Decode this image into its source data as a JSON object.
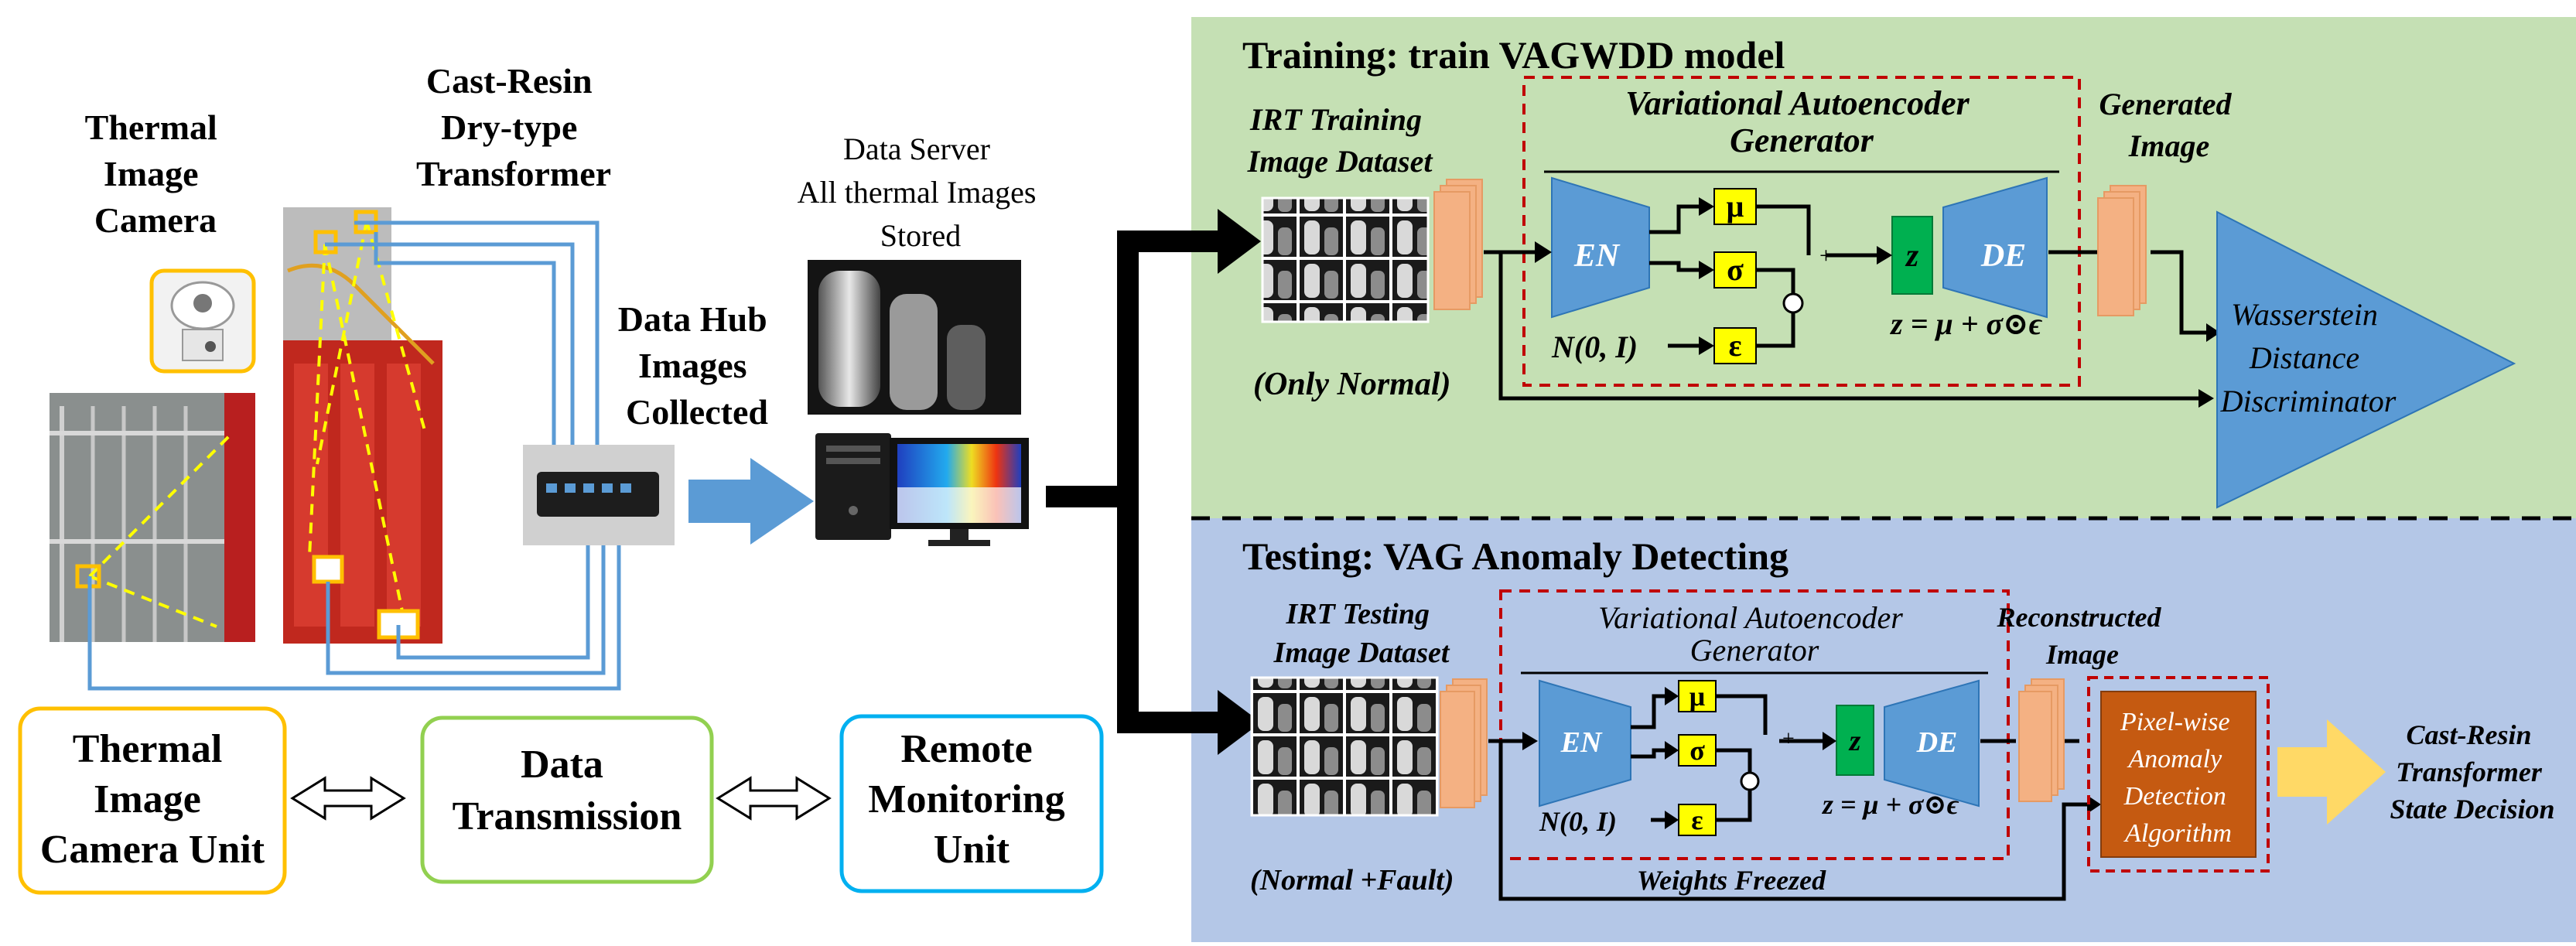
{
  "colors": {
    "training_bg": "#c5e0b4",
    "testing_bg": "#b4c7e7",
    "encoder_blue": "#5b9bd5",
    "latent_green": "#00b050",
    "param_yellow": "#ffff00",
    "feature_salmon": "#f4b183",
    "dashed_red": "#c00000",
    "algo_orange": "#c55a11",
    "output_arrow_gold": "#ffd966",
    "wire_blue": "#5b9bd5",
    "camera_unit_border": "#ffc000",
    "transmission_border": "#92d050",
    "remote_border": "#00b0f0"
  },
  "left": {
    "camera_label": [
      "Thermal",
      "Image",
      "Camera"
    ],
    "transformer_label": [
      "Cast-Resin",
      "Dry-type",
      "Transformer"
    ],
    "hub_label": [
      "Data Hub",
      "Images",
      "Collected"
    ],
    "server_label": [
      "Data Server",
      "All thermal Images",
      "Stored"
    ],
    "units": {
      "camera_unit": [
        "Thermal",
        "Image",
        "Camera Unit"
      ],
      "transmission": [
        "Data",
        "Transmission"
      ],
      "remote": [
        "Remote",
        "Monitoring",
        "Unit"
      ]
    }
  },
  "training": {
    "title": "Training: train VAGWDD model",
    "dataset_label": [
      "IRT Training",
      "Image Dataset"
    ],
    "dataset_note": "(Only Normal)",
    "vae_label": [
      "Variational Autoencoder",
      "Generator"
    ],
    "encoder": "EN",
    "decoder": "DE",
    "mu": "μ",
    "sigma": "σ",
    "epsilon": "ε",
    "latent": "z",
    "noise": "N(0, I)",
    "formula": "z = μ + σ⊙ϵ",
    "generated_label": [
      "Generated",
      "Image"
    ],
    "discriminator_label": [
      "Wasserstein",
      "Distance",
      "Discriminator"
    ]
  },
  "testing": {
    "title": "Testing: VAG Anomaly Detecting",
    "dataset_label": [
      "IRT Testing",
      "Image Dataset"
    ],
    "dataset_note": "(Normal +Fault)",
    "vae_label": [
      "Variational Autoencoder",
      "Generator"
    ],
    "encoder": "EN",
    "decoder": "DE",
    "mu": "μ",
    "sigma": "σ",
    "epsilon": "ε",
    "latent": "z",
    "noise": "N(0, I)",
    "formula": "z = μ + σ⊙ϵ",
    "reconstructed_label": [
      "Reconstructed",
      "Image"
    ],
    "weights_label": "Weights Freezed",
    "algorithm_label": [
      "Pixel-wise",
      "Anomaly",
      "Detection",
      "Algorithm"
    ],
    "decision_label": [
      "Cast-Resin",
      "Transformer",
      "State Decision"
    ]
  }
}
